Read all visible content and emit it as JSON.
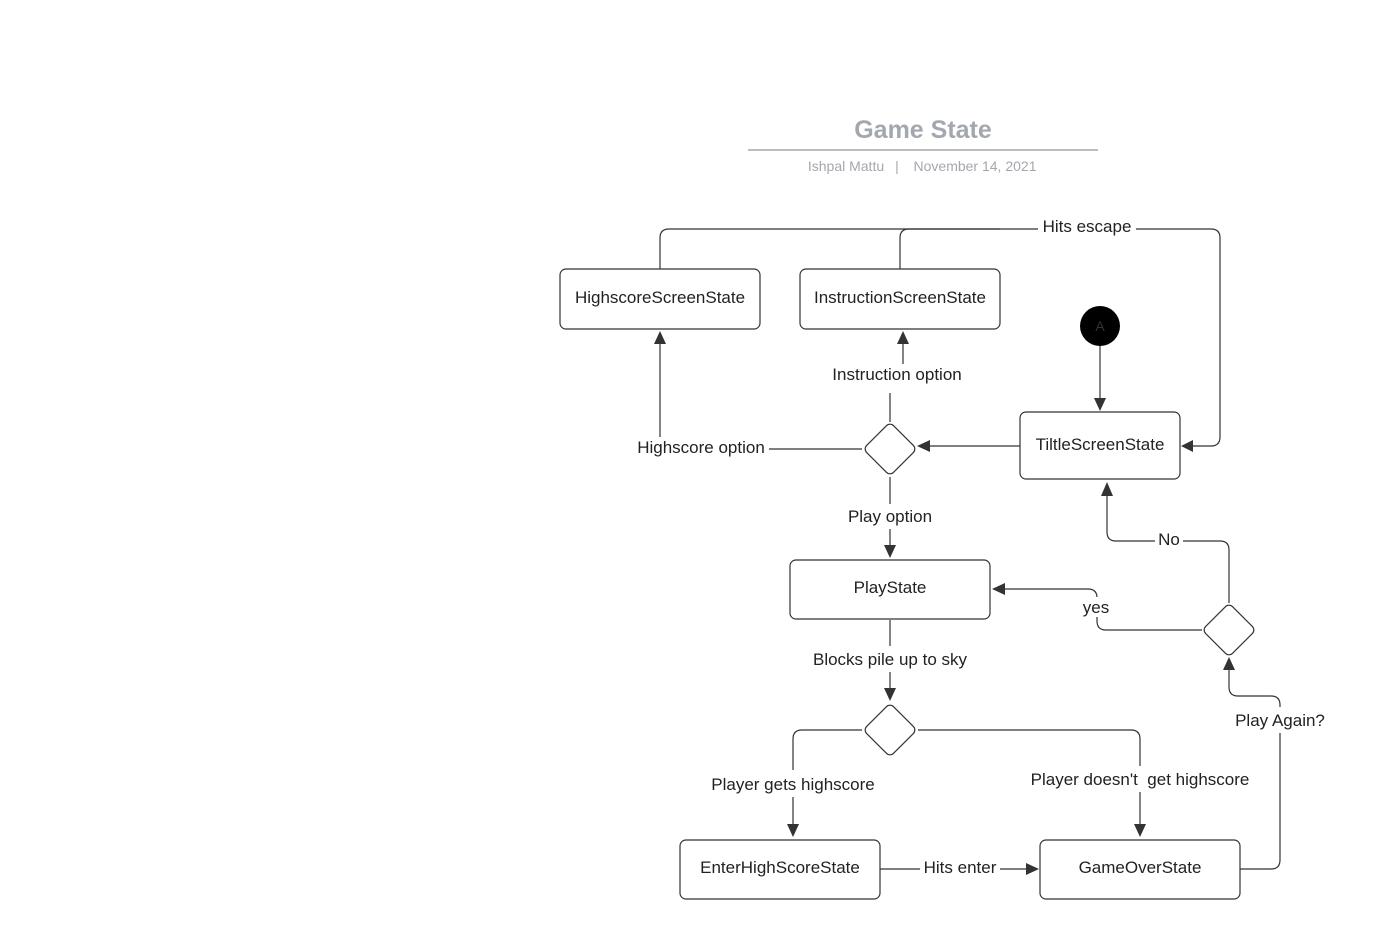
{
  "header": {
    "title": "Game State",
    "author": "Ishpal Mattu",
    "separator": "|",
    "date": "November 14, 2021"
  },
  "start_node": {
    "label": "A"
  },
  "nodes": {
    "highscore_screen": "HighscoreScreenState",
    "instruction_screen": "InstructionScreenState",
    "title_screen": "TiltleScreenState",
    "play": "PlayState",
    "enter_highscore": "EnterHighScoreState",
    "game_over": "GameOverState"
  },
  "edges": {
    "hits_escape": "Hits escape",
    "instruction_option": "Instruction option",
    "highscore_option": "Highscore option",
    "play_option": "Play option",
    "no": "No",
    "yes": "yes",
    "blocks_pile": "Blocks pile up to sky",
    "player_gets_highscore": "Player gets highscore",
    "player_no_highscore": "Player doesn't  get highscore",
    "hits_enter": "Hits enter",
    "play_again": "Play Again?"
  },
  "colors": {
    "title": "#a3a7ae",
    "stroke": "#333333",
    "start_fill": "#000000"
  }
}
